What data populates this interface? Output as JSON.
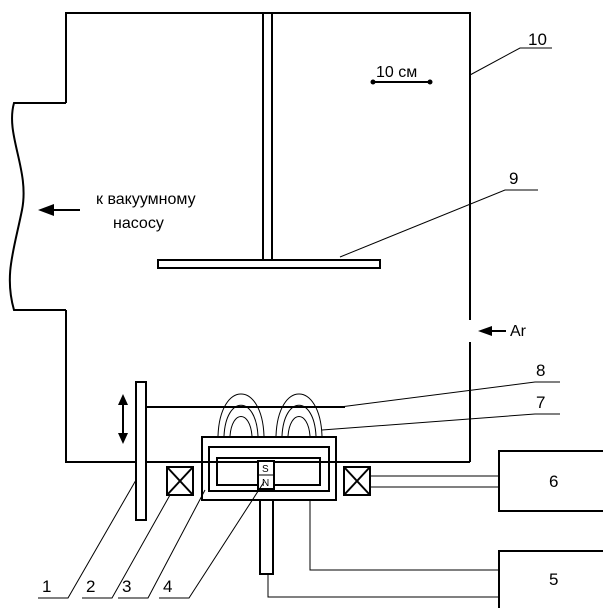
{
  "labels": {
    "scale": "10 см",
    "pump_line1": "к вакуумному",
    "pump_line2": "насосу",
    "gas": "Ar",
    "magnet_s": "S",
    "magnet_n": "N",
    "n1": "1",
    "n2": "2",
    "n3": "3",
    "n4": "4",
    "n5": "5",
    "n6": "6",
    "n7": "7",
    "n8": "8",
    "n9": "9",
    "n10": "10"
  }
}
